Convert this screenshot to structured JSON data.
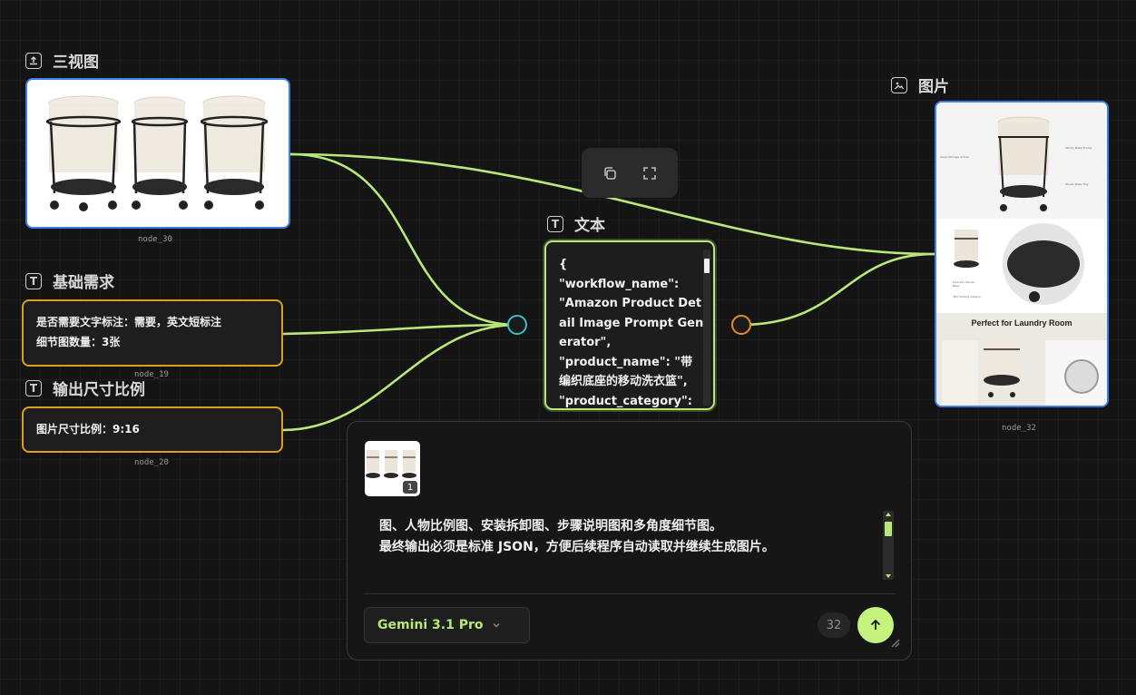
{
  "nodes": {
    "three_view": {
      "title": "三视图",
      "id": "node_30"
    },
    "base_req": {
      "title": "基础需求",
      "id": "node_19",
      "lines": [
        "是否需要文字标注：需要，英文短标注",
        "细节图数量：3张"
      ]
    },
    "output_ratio": {
      "title": "输出尺寸比例",
      "id": "node_20",
      "text": "图片尺寸比例：9:16"
    },
    "text_node": {
      "title": "文本",
      "content": "{\n\"workflow_name\":\n\"Amazon Product Detail Image Prompt Generator\",\n\"product_name\": \"带编织底座的移动洗衣篮\",\n\"product_category\":"
    },
    "image_node": {
      "title": "图片",
      "id": "node_32",
      "banner": "Perfect for Laundry Room",
      "annotations": [
        "Clean Storage Actual",
        "Sturdy Metal Frame",
        "Woven Base Tray",
        "Premium Woven Base",
        "360° Rolling Casters"
      ]
    }
  },
  "prompt_panel": {
    "thumb_badge": "1",
    "lines": [
      "图、人物比例图、安装拆卸图、步骤说明图和多角度细节图。",
      "最终输出必须是标准 JSON，方便后续程序自动读取并继续生成图片。"
    ],
    "model": "Gemini 3.1 Pro",
    "count": "32"
  },
  "icons": [
    "upload-icon",
    "text-type-icon",
    "image-icon",
    "copy-icon",
    "expand-icon",
    "chevron-down-icon",
    "arrow-up-icon",
    "resize-handle-icon"
  ],
  "colors": {
    "accent_green": "#b9e87a",
    "node_gold": "#d9a024",
    "node_blue": "#3d7fe6",
    "port_teal": "#38c0c8",
    "port_orange": "#e98a2a"
  }
}
